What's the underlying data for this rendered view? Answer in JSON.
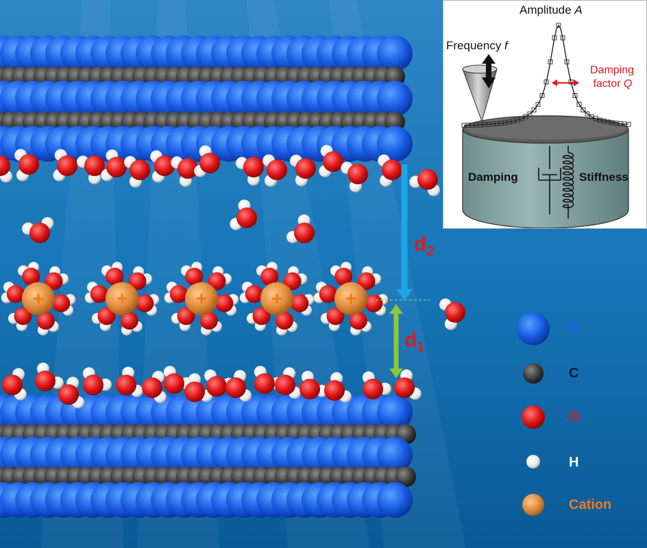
{
  "legend": {
    "items": [
      {
        "key": "ti",
        "label": "Ti",
        "color": "#1f6fe0",
        "label_color": "#1f5ff0"
      },
      {
        "key": "c",
        "label": "C",
        "color": "#3a3a3a",
        "label_color": "#0e1a2a"
      },
      {
        "key": "o",
        "label": "O",
        "color": "#e01818",
        "label_color": "#e01818"
      },
      {
        "key": "h",
        "label": "H",
        "color": "#f2f2f2",
        "label_color": "#ffffff"
      },
      {
        "key": "cation",
        "label": "Cation",
        "color": "#e08a3a",
        "label_color": "#f07a20"
      }
    ]
  },
  "distances": {
    "d2": {
      "letter": "d",
      "sub": "2",
      "color": "#1ca8e8"
    },
    "d1": {
      "letter": "d",
      "sub": "1",
      "color": "#8cc63f"
    }
  },
  "inset": {
    "amplitude_prefix": "Amplitude ",
    "amplitude_symbol": "A",
    "frequency_prefix": "Frequency ",
    "frequency_symbol": "f",
    "damping_factor_line1": "Damping",
    "damping_factor_line2_prefix": "factor ",
    "damping_factor_symbol": "Q",
    "damping_label": "Damping",
    "stiffness_label": "Stiffness",
    "cylinder_color": "#8aa6a4",
    "accent_color": "#e8141c"
  },
  "cation_symbol": "+"
}
